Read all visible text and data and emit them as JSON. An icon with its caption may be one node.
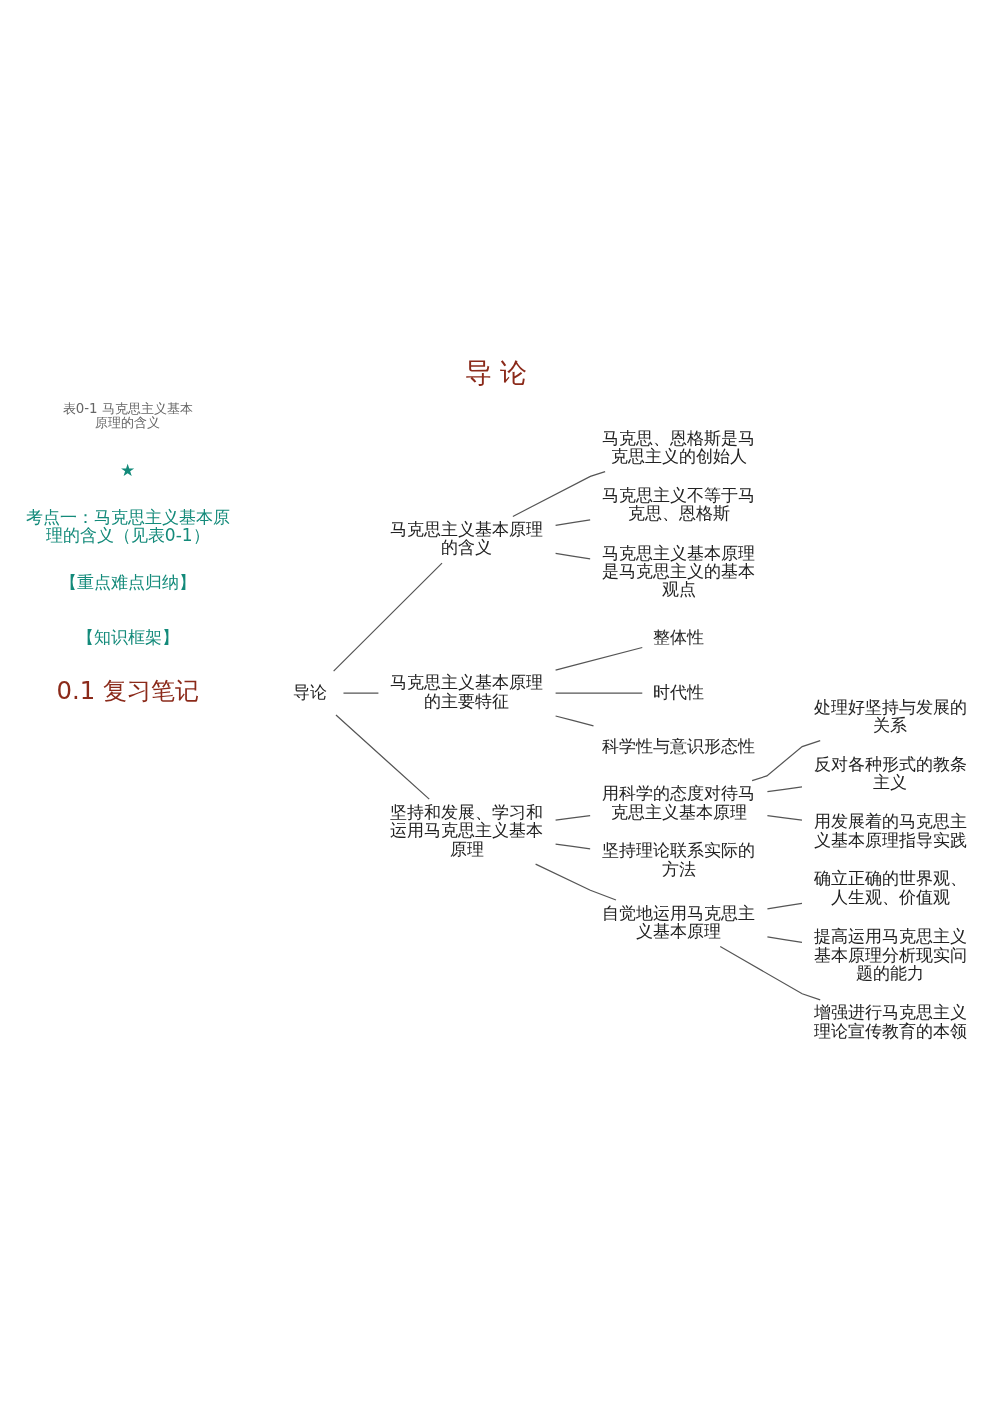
{
  "diagram": {
    "title": "导 论",
    "nodes": [
      {
        "text": [
          "导论"
        ]
      },
      {
        "text": [
          "马克思主义基本原理的含义"
        ]
      },
      {
        "text": [
          "马克思、恩格斯是马克思主义的创始人"
        ]
      },
      {
        "text": [
          "马克思主义不等于马克思、恩格斯"
        ]
      },
      {
        "text": [
          "马克思主义基本原理是马克思主义的基本观点"
        ]
      },
      {
        "text": [
          "马克思主义基本原理的主要特征"
        ]
      },
      {
        "text": [
          "整体性"
        ]
      },
      {
        "text": [
          "时代性"
        ]
      },
      {
        "text": [
          "科学性与意识形态性"
        ]
      },
      {
        "text": [
          "坚持和发展、学习和运用马克思主义基本原理"
        ]
      },
      {
        "text": [
          "用科学的态度对待马克思主义基本原理"
        ]
      },
      {
        "text": [
          "处理好坚持与发展的关系"
        ]
      },
      {
        "text": [
          "反对各种形式的教条主义"
        ]
      },
      {
        "text": [
          "用发展着的马克思主义基本原理指导实践"
        ]
      },
      {
        "text": [
          "坚持理论联系实际的方法"
        ]
      },
      {
        "text": [
          "自觉地运用马克思主义基本原理"
        ]
      },
      {
        "text": [
          "确立正确的世界观、人生观、价值观"
        ]
      },
      {
        "text": [
          "提高运用马克思主义基本原理分析现实问题的能力"
        ]
      },
      {
        "text": [
          "增强进行马克思主义理论宣传教育的本领"
        ]
      }
    ],
    "edges": [
      {
        "from": 0,
        "to": 1,
        "arrow": "none"
      },
      {
        "from": 0,
        "to": 5,
        "arrow": "none"
      },
      {
        "from": 0,
        "to": 9,
        "arrow": "none"
      },
      {
        "from": 1,
        "to": 2,
        "arrow": "none"
      },
      {
        "from": 1,
        "to": 3,
        "arrow": "none"
      },
      {
        "from": 1,
        "to": 4,
        "arrow": "none"
      },
      {
        "from": 5,
        "to": 6,
        "arrow": "none"
      },
      {
        "from": 5,
        "to": 7,
        "arrow": "none"
      },
      {
        "from": 5,
        "to": 8,
        "arrow": "none"
      },
      {
        "from": 9,
        "to": 10,
        "arrow": "none"
      },
      {
        "from": 9,
        "to": 14,
        "arrow": "none"
      },
      {
        "from": 9,
        "to": 15,
        "arrow": "none"
      },
      {
        "from": 10,
        "to": 11,
        "arrow": "none"
      },
      {
        "from": 10,
        "to": 12,
        "arrow": "none"
      },
      {
        "from": 10,
        "to": 13,
        "arrow": "none"
      },
      {
        "from": 15,
        "to": 16,
        "arrow": "none"
      },
      {
        "from": 15,
        "to": 17,
        "arrow": "none"
      },
      {
        "from": 15,
        "to": 18,
        "arrow": "none"
      }
    ],
    "labels": [
      "0.1 复习笔记",
      "【知识框架】",
      "【重点难点归纳】",
      "考点一：马克思主义基本原理的含义（见表0-1）",
      "★",
      "表0-1 马克思主义基本原理的含义"
    ]
  }
}
